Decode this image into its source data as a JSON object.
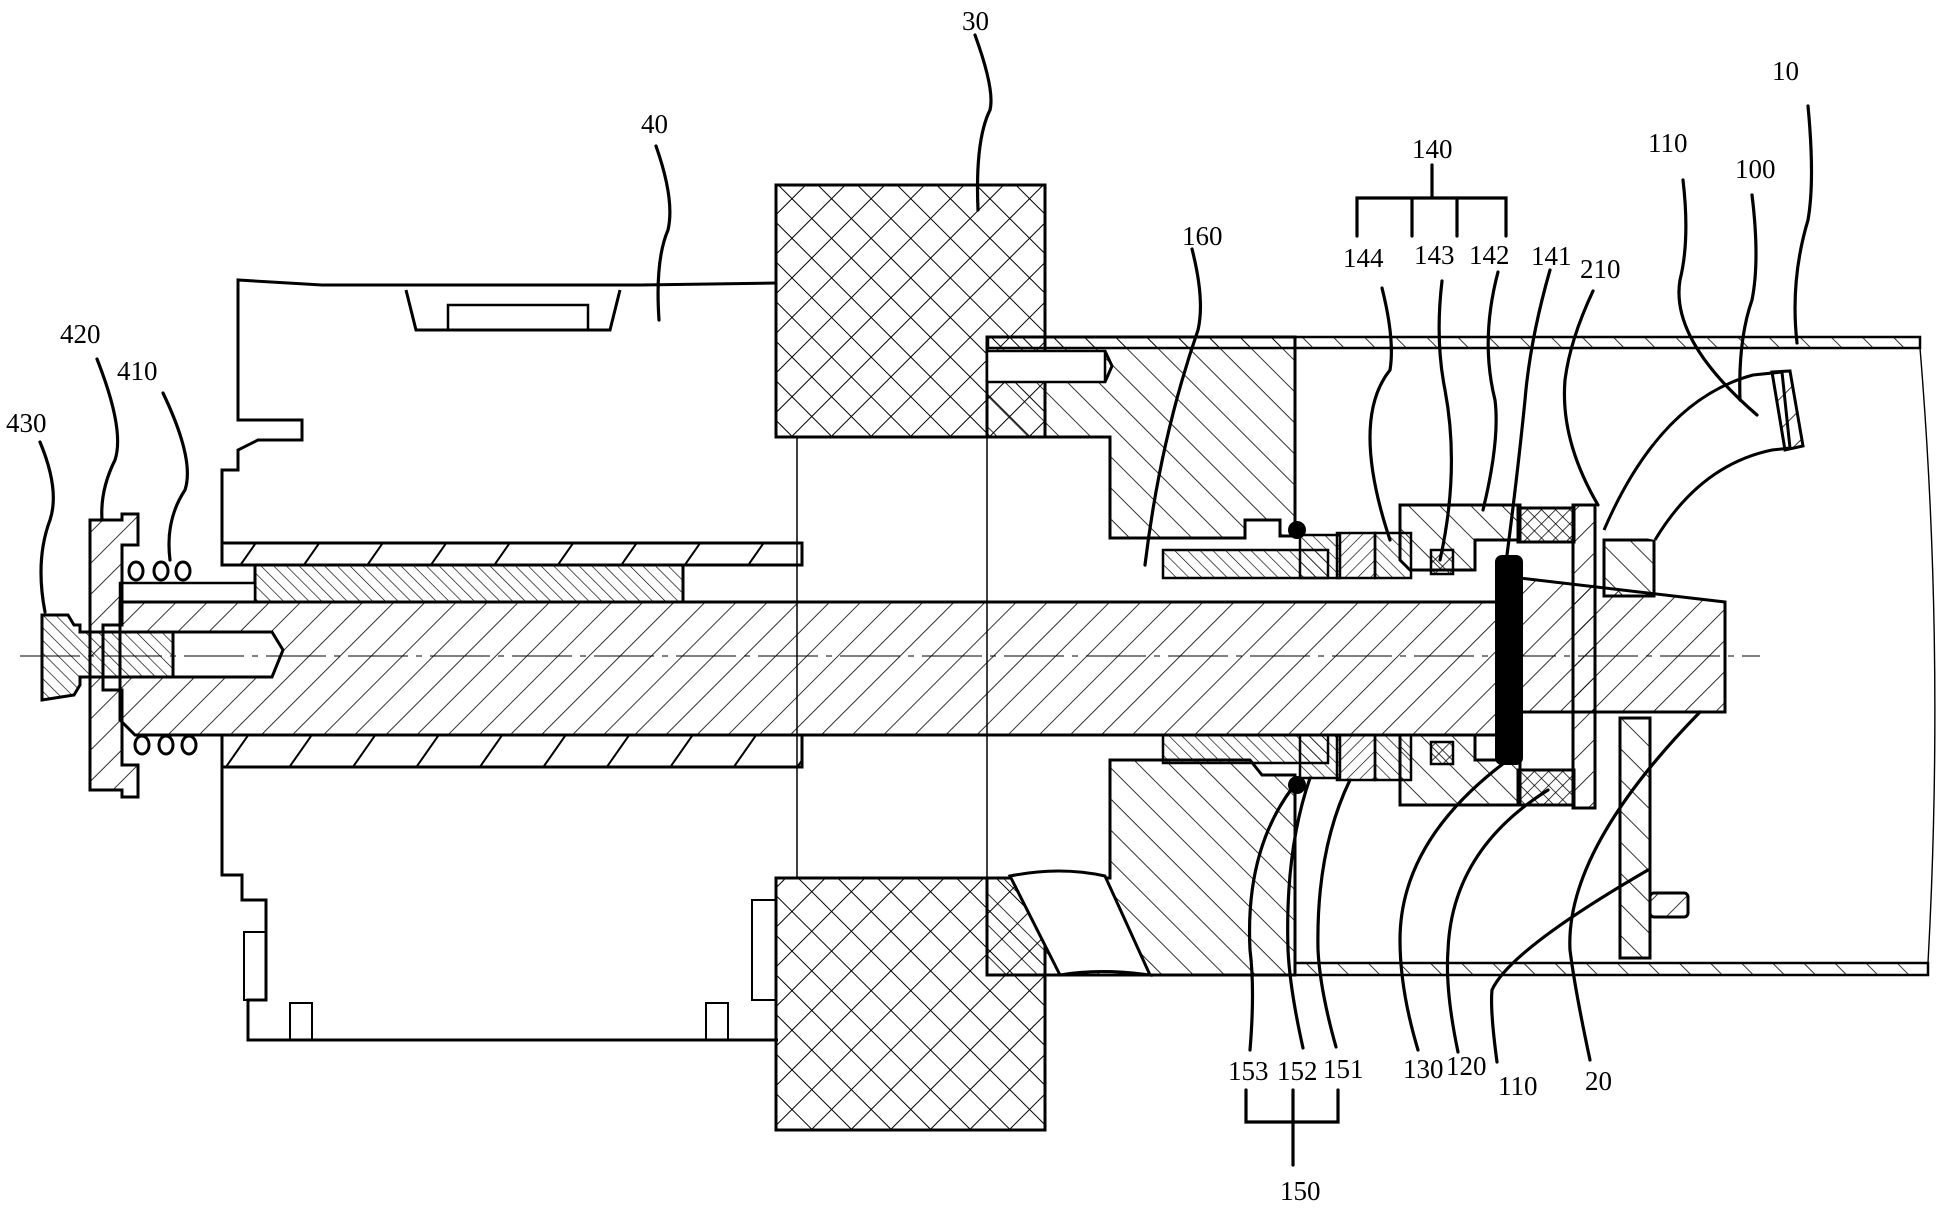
{
  "figure": {
    "type": "mechanical cross-section drawing",
    "colors": {
      "ink": "#000000",
      "background": "#ffffff"
    }
  },
  "labels": {
    "l10": "10",
    "l20": "20",
    "l30": "30",
    "l40": "40",
    "l100": "100",
    "l110_top": "110",
    "l110_bottom": "110",
    "l120": "120",
    "l130": "130",
    "l140": "140",
    "l141": "141",
    "l142": "142",
    "l143": "143",
    "l144": "144",
    "l150": "150",
    "l151": "151",
    "l152": "152",
    "l153": "153",
    "l160": "160",
    "l210": "210",
    "l410": "410",
    "l420": "420",
    "l430": "430"
  }
}
